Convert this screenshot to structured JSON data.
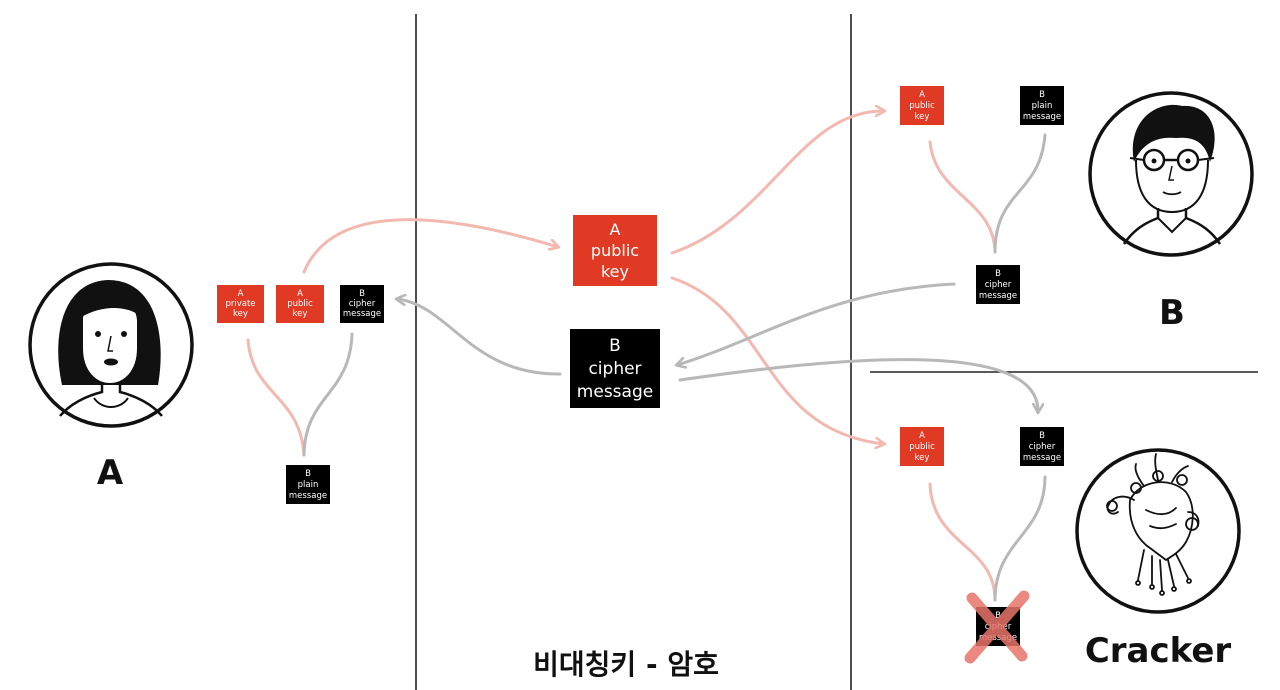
{
  "caption": "비대칭키 - 암호",
  "people": {
    "a": {
      "label": "A",
      "icon": "woman-avatar-icon"
    },
    "b": {
      "label": "B",
      "icon": "man-with-glasses-avatar-icon"
    },
    "cracker": {
      "label": "Cracker",
      "icon": "cracker-hand-icon"
    }
  },
  "boxes": {
    "a_private_key": [
      "A",
      "private",
      "key"
    ],
    "a_public_key": [
      "A",
      "public",
      "key"
    ],
    "b_cipher": [
      "B",
      "cipher",
      "message"
    ],
    "b_plain": [
      "B",
      "plain",
      "message"
    ]
  },
  "colors": {
    "key": "#e03a25",
    "message": "#000000",
    "key_arrow": "#f3b8b0",
    "message_arrow": "#b8b8b8",
    "fail_cross": "#e8746a"
  }
}
